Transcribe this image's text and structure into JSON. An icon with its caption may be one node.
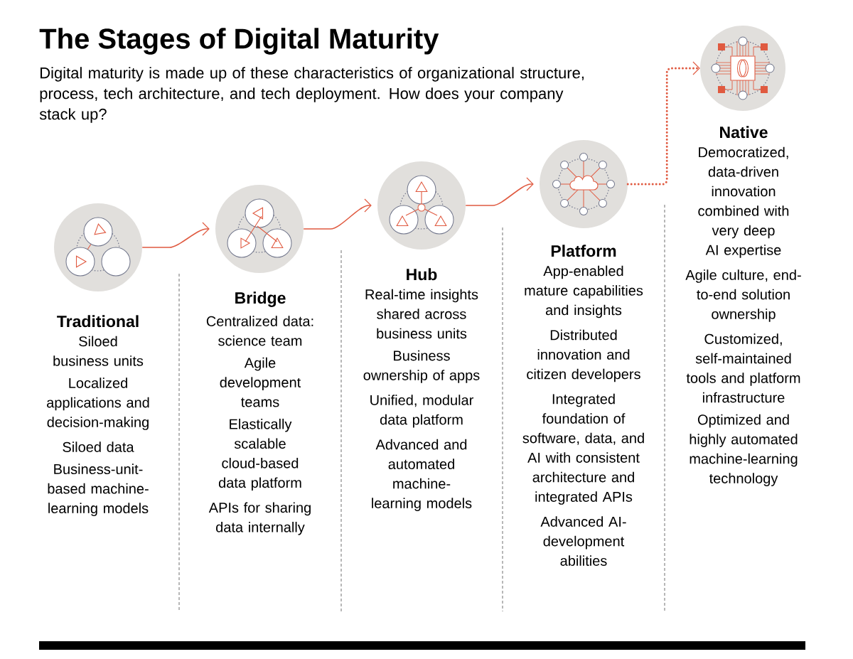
{
  "diagram": {
    "title": "The Stages of Digital Maturity",
    "nodes": [
      {
        "text": [],
        "shape": "circle",
        "beside": [
          "Traditional",
          "Siloed business units",
          "Localized applications and decision-making",
          "Siloed data",
          "Business-unit-based machine-learning models"
        ]
      },
      {
        "text": [],
        "shape": "circle",
        "beside": [
          "Bridge",
          "Centralized data: science team",
          "Agile development teams",
          "Elastically scalable cloud-based data platform",
          "APIs for sharing data internally"
        ]
      },
      {
        "text": [],
        "shape": "circle",
        "beside": [
          "Hub",
          "Real-time insights shared across business units",
          "Business ownership of apps",
          "Unified, modular data platform",
          "Advanced and automated machine-learning models"
        ]
      },
      {
        "text": [],
        "shape": "circle",
        "beside": [
          "Platform",
          "App-enabled mature capabilities and insights",
          "Distributed innovation and citizen developers",
          "Integrated foundation of software, data, and AI with consistent architecture and integrated APIs",
          "Advanced AI-development abilities"
        ]
      },
      {
        "text": [],
        "shape": "circle",
        "beside": [
          "Native",
          "Democratized, data-driven innovation combined with very deep AI expertise",
          "Agile culture, end-to-end solution ownership",
          "Customized, self-maintained tools and platform infrastructure",
          "Optimized and highly automated machine-learning technology"
        ]
      }
    ],
    "edges": [
      {
        "from": 0,
        "to": 1,
        "arrow": "to"
      },
      {
        "from": 1,
        "to": 2,
        "arrow": "to"
      },
      {
        "from": 2,
        "to": 3,
        "arrow": "to"
      },
      {
        "from": 3,
        "to": 4,
        "arrow": "to",
        "style": "dashed"
      }
    ],
    "labels": [
      "Digital maturity is made up of these characteristics of organizational structure, process, tech architecture, and tech deployment. How does your company stack up?"
    ]
  }
}
